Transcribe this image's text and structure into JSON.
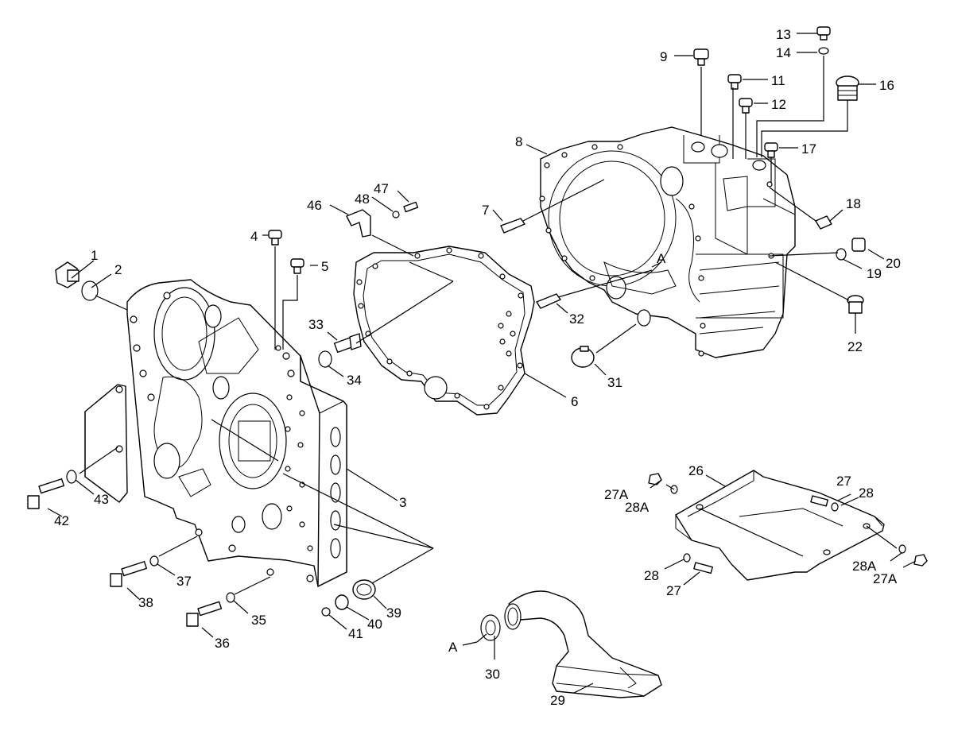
{
  "labels": {
    "p1": "1",
    "p2": "2",
    "p3": "3",
    "p4": "4",
    "p5": "5",
    "p6": "6",
    "p7": "7",
    "p8": "8",
    "p9": "9",
    "p11": "11",
    "p12": "12",
    "p13": "13",
    "p14": "14",
    "p16": "16",
    "p17": "17",
    "p18": "18",
    "p19": "19",
    "p20": "20",
    "p22": "22",
    "p26": "26",
    "p27a": "27",
    "p27b": "27",
    "p27A_1": "27A",
    "p27A_2": "27A",
    "p28a": "28",
    "p28b": "28",
    "p28A_1": "28A",
    "p28A_2": "28A",
    "p29": "29",
    "p30": "30",
    "p31": "31",
    "p32": "32",
    "p33": "33",
    "p34": "34",
    "p35": "35",
    "p36": "36",
    "p37": "37",
    "p38": "38",
    "p39": "39",
    "p40": "40",
    "p41": "41",
    "p42": "42",
    "p43": "43",
    "p46": "46",
    "p47": "47",
    "p48": "48",
    "refA_1": "A",
    "refA_2": "A"
  }
}
